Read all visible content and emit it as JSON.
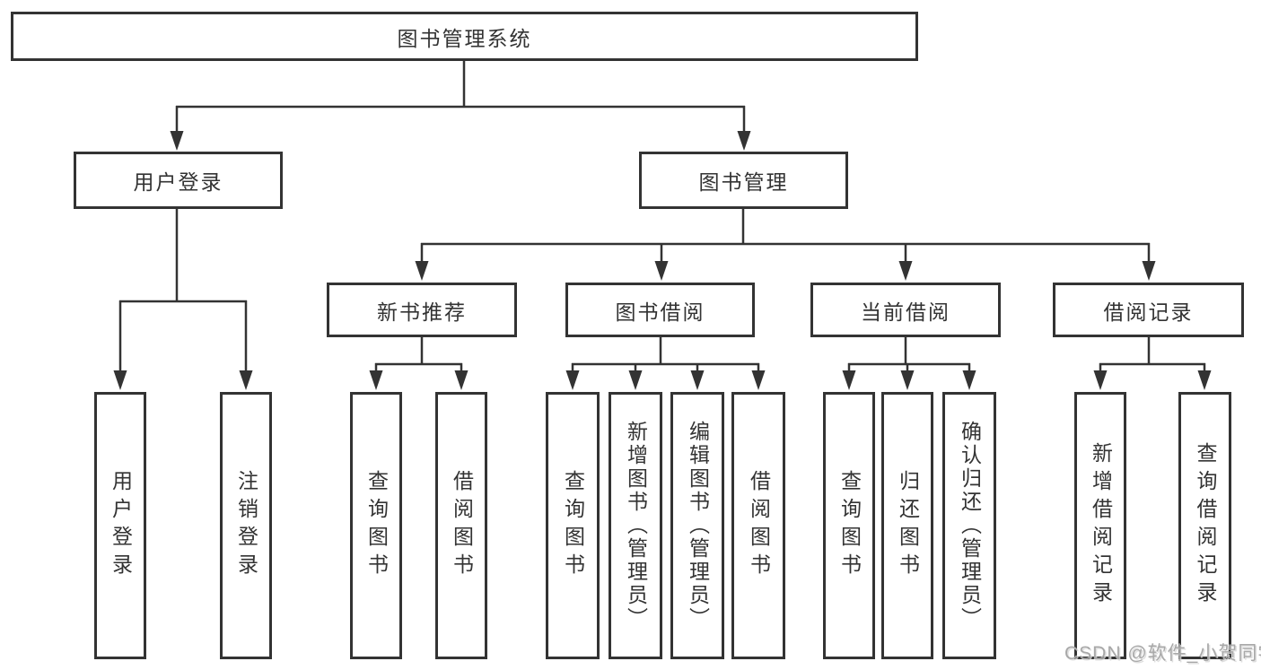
{
  "diagram": {
    "root": {
      "label": "图书管理系统"
    },
    "branches": [
      {
        "label": "用户登录",
        "children": [
          {
            "label": "用户登录"
          },
          {
            "label": "注销登录"
          }
        ]
      },
      {
        "label": "图书管理",
        "children": [
          {
            "label": "新书推荐",
            "children": [
              {
                "label": "查询图书"
              },
              {
                "label": "借阅图书"
              }
            ]
          },
          {
            "label": "图书借阅",
            "children": [
              {
                "label": "查询图书"
              },
              {
                "label": "新增图书（管理员）"
              },
              {
                "label": "编辑图书（管理员）"
              },
              {
                "label": "借阅图书"
              }
            ]
          },
          {
            "label": "当前借阅",
            "children": [
              {
                "label": "查询图书"
              },
              {
                "label": "归还图书"
              },
              {
                "label": "确认归还（管理员）"
              }
            ]
          },
          {
            "label": "借阅记录",
            "children": [
              {
                "label": "新增借阅记录"
              },
              {
                "label": "查询借阅记录"
              }
            ]
          }
        ]
      }
    ]
  },
  "watermark": {
    "text": "CSDN @软件_小贺同学"
  },
  "colors": {
    "line": "#333333",
    "box_border": "#333333",
    "text": "#333333",
    "watermark_text": "#a8a8a8",
    "background": "#ffffff"
  }
}
